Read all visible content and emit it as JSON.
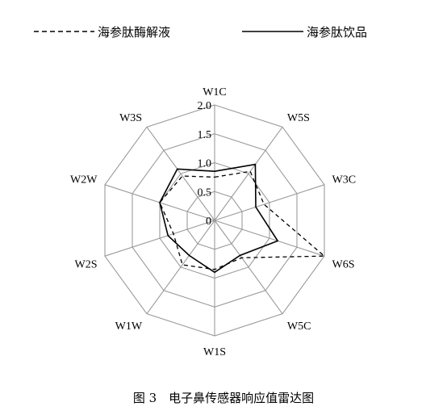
{
  "chart_data": {
    "type": "radar",
    "axes": [
      "W1C",
      "W5S",
      "W3C",
      "W6S",
      "W5C",
      "W1S",
      "W1W",
      "W2S",
      "W2W",
      "W3S"
    ],
    "rlim": [
      0,
      2.0
    ],
    "ticks": [
      0,
      0.5,
      1.0,
      1.5,
      2.0
    ],
    "tick_labels": [
      "0",
      "0.5",
      "1.0",
      "1.5",
      "2.0"
    ],
    "grid": true,
    "legend_position": "top",
    "series": [
      {
        "name": "海参肽酶解液",
        "style": "dashed",
        "values": [
          0.75,
          1.05,
          0.9,
          2.0,
          0.8,
          0.85,
          0.95,
          0.75,
          1.0,
          0.95
        ]
      },
      {
        "name": "海参肽饮品",
        "style": "solid",
        "values": [
          0.85,
          1.2,
          0.75,
          1.15,
          0.75,
          0.9,
          0.75,
          0.85,
          1.0,
          1.1
        ]
      }
    ]
  },
  "caption": "图 3　电子鼻传感器响应值雷达图"
}
